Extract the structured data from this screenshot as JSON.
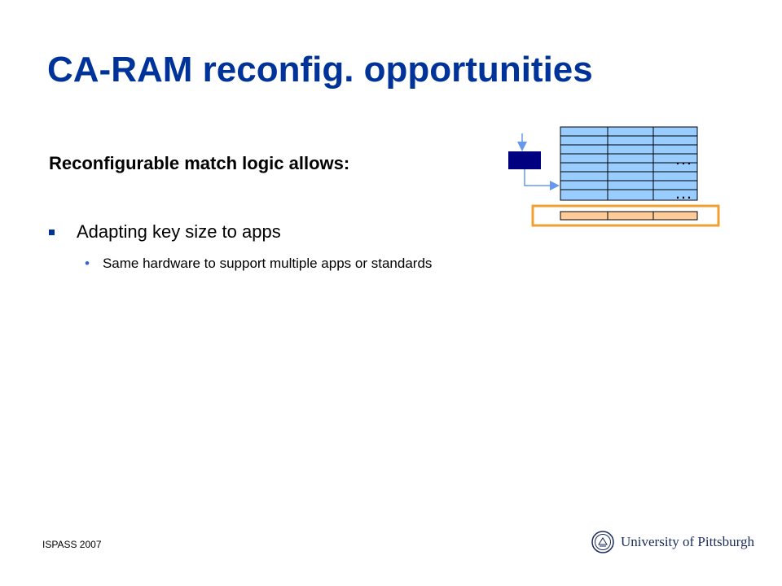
{
  "slide": {
    "title": "CA-RAM reconfig. opportunities",
    "subheading": "Reconfigurable match logic allows:",
    "bullets": [
      {
        "text": "Adapting key size to apps",
        "sub": [
          "Same hardware to support multiple apps or standards"
        ]
      }
    ]
  },
  "diagram": {
    "ellipsis_top": "…",
    "ellipsis_bottom": "…",
    "colors": {
      "table_fill": "#99ccff",
      "key_block": "#000080",
      "match_row": "#ffcc99",
      "highlight": "#f0a030",
      "arrow": "#6699ee"
    }
  },
  "footer": {
    "conference": "ISPASS 2007",
    "university": "University of Pittsburgh"
  },
  "colors": {
    "title": "#003399",
    "bullet_marker": "#003399"
  }
}
